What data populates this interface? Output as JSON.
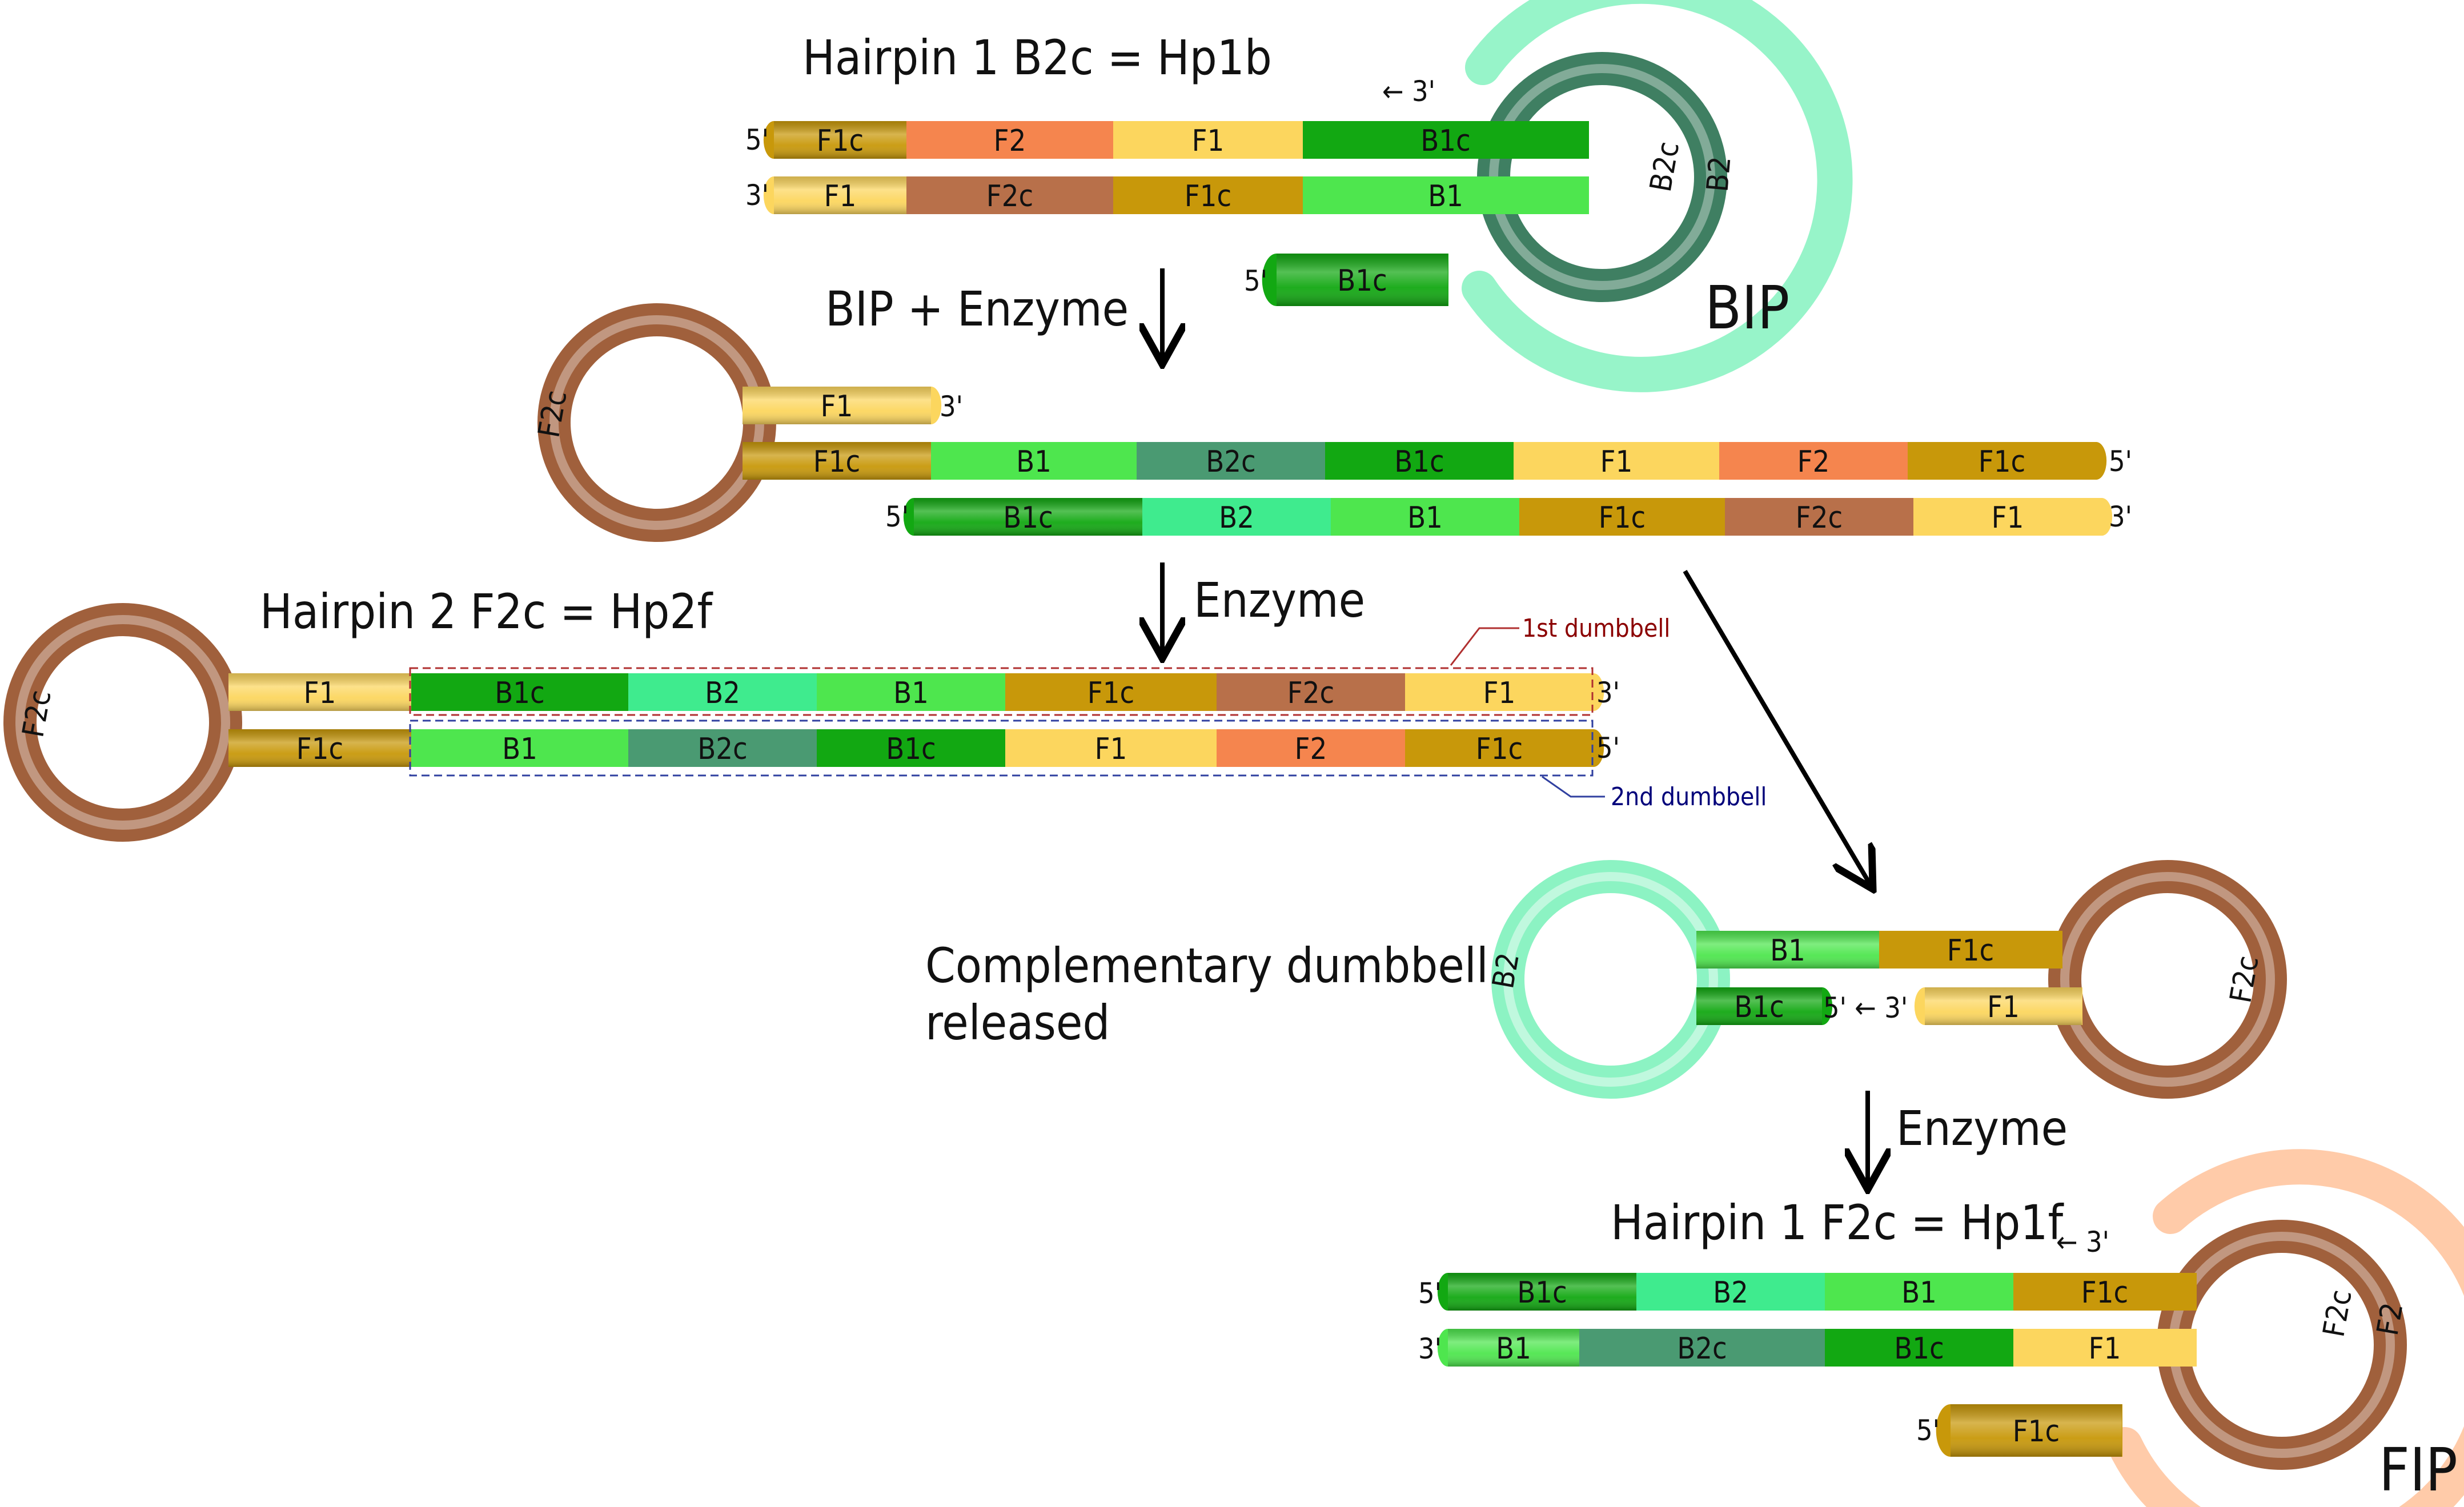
{
  "colors": {
    "F1c": "#c8980a",
    "F2": "#f5854e",
    "F1": "#fcd65e",
    "B1c": "#12a812",
    "B1": "#4ee64e",
    "B2c": "#4a9a72",
    "B2": "#3feb8e",
    "F2c": "#b8704a",
    "B2_loop": "#2f6b50",
    "B2_primer_loop": "#8cf3c3",
    "F2c_loop": "#a0603c",
    "F2_primer_loop": "#ffc8a4",
    "red_box": "#b03030",
    "blue_box": "#3040a0"
  },
  "labels": {
    "title_hp1b": "Hairpin 1 B2c = Hp1b",
    "title_hp2f": "Hairpin 2 F2c = Hp2f",
    "title_hp1f": "Hairpin 1 F2c = Hp1f",
    "step_bip": "BIP + Enzyme",
    "step_enzyme_1": "Enzyme",
    "step_enzyme_2": "Enzyme",
    "bip": "BIP",
    "fip": "FIP",
    "released_line1": "Complementary dumbbell",
    "released_line2": "released",
    "dumbbell_1": "1st dumbbell",
    "dumbbell_2": "2nd dumbbell",
    "three_prime": "3'",
    "five_prime": "5'",
    "arrow_three": "← 3'",
    "five_arrow_three": "5' ← 3'"
  },
  "loop_labels": {
    "hp1b_inner": "B2c",
    "hp1b_outer": "B2",
    "s2_loop": "F2c",
    "hp2f_loop": "F2c",
    "db_left": "B2",
    "db_right": "F2c",
    "hp1f_inner": "F2c",
    "hp1f_outer": "F2"
  },
  "strands": {
    "hp1b_top": [
      "F1c",
      "F2",
      "F1",
      "B1c"
    ],
    "hp1b_bottom": [
      "F1",
      "F2c",
      "F1c",
      "B1"
    ],
    "bip_primer": [
      "B1c"
    ],
    "s2_short": [
      "F1"
    ],
    "s2_mid": [
      "F1c",
      "B1",
      "B2c",
      "B1c",
      "F1",
      "F2",
      "F1c"
    ],
    "s2_bottom": [
      "B1c",
      "B2",
      "B1",
      "F1c",
      "F2c",
      "F1"
    ],
    "hp2f_top": [
      "F1",
      "B1c",
      "B2",
      "B1",
      "F1c",
      "F2c",
      "F1"
    ],
    "hp2f_bottom": [
      "F1c",
      "B1",
      "B2c",
      "B1c",
      "F1",
      "F2",
      "F1c"
    ],
    "db_top": [
      "B1",
      "F1c"
    ],
    "db_bottom_left": [
      "B1c"
    ],
    "db_bottom_right": [
      "F1"
    ],
    "hp1f_top": [
      "B1c",
      "B2",
      "B1",
      "F1c"
    ],
    "hp1f_bottom": [
      "B1",
      "B2c",
      "B1c",
      "F1"
    ],
    "fip_primer": [
      "F1c"
    ]
  }
}
